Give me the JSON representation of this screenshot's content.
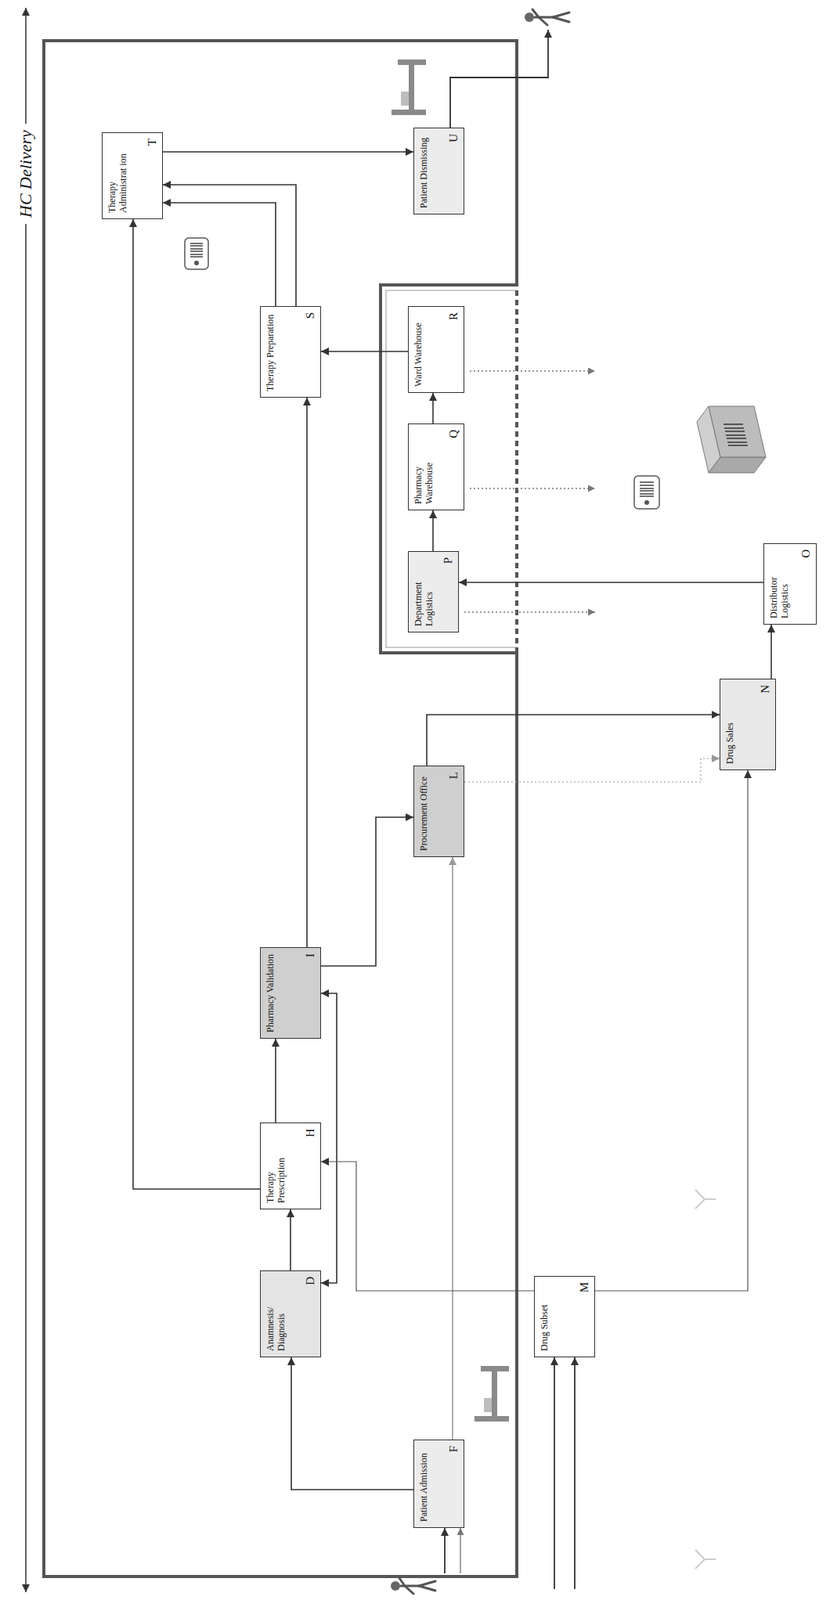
{
  "diagram": {
    "nodes": [
      {
        "text": [
          "Patient Admission",
          "F"
        ]
      },
      {
        "text": [
          "Anamnesis/ Diagnosis",
          "D"
        ]
      },
      {
        "text": [
          "Drug Subset",
          "M"
        ]
      },
      {
        "text": [
          "Therapy Prescription",
          "H"
        ]
      },
      {
        "text": [
          "Pharmacy Validation",
          "I"
        ]
      },
      {
        "text": [
          "Procurement Office",
          "L"
        ]
      },
      {
        "text": [
          "Drug Sales",
          "N"
        ]
      },
      {
        "text": [
          "Department Logistics",
          "P"
        ]
      },
      {
        "text": [
          "Distributor Logistics",
          "O"
        ]
      },
      {
        "text": [
          "Pharmacy Warehouse",
          "Q"
        ]
      },
      {
        "text": [
          "Therapy Preparation",
          "S"
        ]
      },
      {
        "text": [
          "Ward Warehouse",
          "R"
        ]
      },
      {
        "text": [
          "Therapy Administrat ion",
          "T"
        ]
      },
      {
        "text": [
          "Patient Dismissing",
          "U"
        ]
      }
    ],
    "edges": [
      {
        "from": 0,
        "to": 1,
        "arrow": "to"
      },
      {
        "from": 1,
        "to": 3,
        "arrow": "to"
      },
      {
        "from": 1,
        "to": 4,
        "arrow": "both"
      },
      {
        "from": 3,
        "to": 4,
        "arrow": "to"
      },
      {
        "from": 3,
        "to": 12,
        "arrow": "to"
      },
      {
        "from": 4,
        "to": 10,
        "arrow": "to"
      },
      {
        "from": 4,
        "to": 5,
        "arrow": "to"
      },
      {
        "from": 0,
        "to": 5,
        "arrow": "to"
      },
      {
        "from": 2,
        "to": 3,
        "arrow": "to"
      },
      {
        "from": 2,
        "to": 6,
        "arrow": "to"
      },
      {
        "from": 5,
        "to": 6,
        "arrow": "to"
      },
      {
        "from": 5,
        "to": 6,
        "arrow": "to"
      },
      {
        "from": 6,
        "to": 8,
        "arrow": "to"
      },
      {
        "from": 8,
        "to": 7,
        "arrow": "to"
      },
      {
        "from": 7,
        "to": 9,
        "arrow": "to"
      },
      {
        "from": 9,
        "to": 11,
        "arrow": "to"
      },
      {
        "from": 11,
        "to": 10,
        "arrow": "to"
      },
      {
        "from": 10,
        "to": 12,
        "arrow": "to"
      },
      {
        "from": 10,
        "to": 12,
        "arrow": "to"
      },
      {
        "from": 12,
        "to": 13,
        "arrow": "to"
      }
    ],
    "labels": [
      "HC Delivery"
    ]
  }
}
